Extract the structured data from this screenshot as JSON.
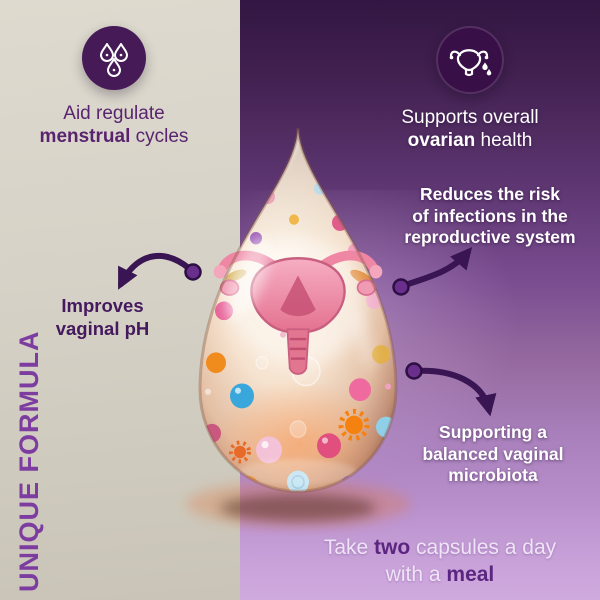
{
  "colors": {
    "accent_purple": "#5c2680",
    "dark_purple": "#3a1553",
    "badge_circle": "#451a57",
    "left_panel_gray": "#d6d2c7",
    "right_panel_top": "#331643",
    "right_panel_bottom": "#cfaade",
    "callout_dot": "#6a2f8d"
  },
  "badge_left": {
    "icon": "droplets-icon",
    "line1": "Aid regulate",
    "bold": "menstrual",
    "rest": " cycles"
  },
  "badge_right": {
    "icon": "uterus-icon",
    "line1": "Supports overall",
    "bold": "ovarian",
    "rest": " health"
  },
  "callout_reduces": {
    "lines": [
      "Reduces the risk",
      "of infections in the",
      "reproductive system"
    ]
  },
  "callout_improves": {
    "lines": [
      "Improves",
      "vaginal pH"
    ]
  },
  "callout_supporting": {
    "lines": [
      "Supporting a",
      "balanced vaginal",
      "microbiota"
    ]
  },
  "side_label": "UNIQUE FORMULA",
  "footer": {
    "t1": "Take ",
    "b1": "two",
    "t2": " capsules a day",
    "t3": "with a ",
    "b2": "meal"
  }
}
